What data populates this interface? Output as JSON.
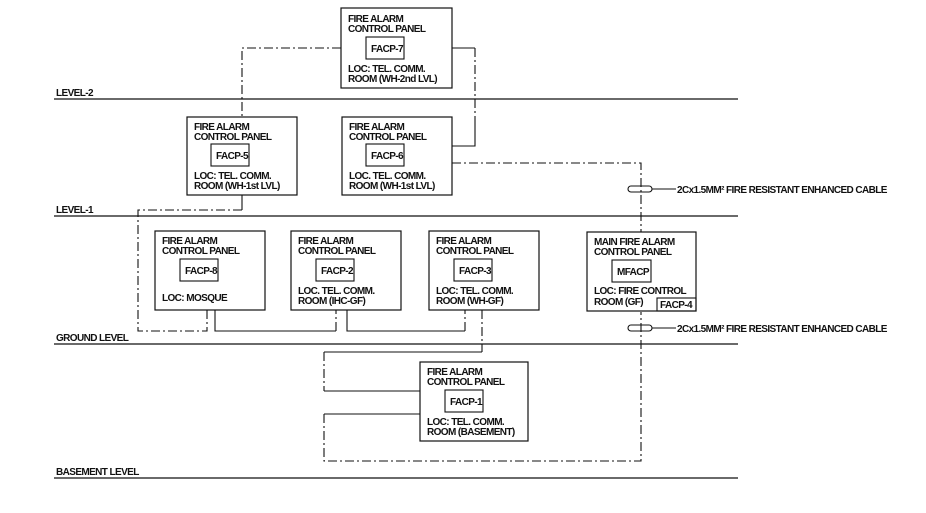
{
  "diagram": {
    "type": "fire-alarm-riser-diagram",
    "levels": [
      {
        "id": "level-2",
        "label": "LEVEL-2"
      },
      {
        "id": "level-1",
        "label": "LEVEL-1"
      },
      {
        "id": "ground",
        "label": "GROUND LEVEL"
      },
      {
        "id": "basement",
        "label": "BASEMENT LEVEL"
      }
    ],
    "panels": [
      {
        "id": "facp-7",
        "title1": "FIRE ALARM",
        "title2": "CONTROL PANEL",
        "tag": "FACP-7",
        "loc1": "LOC: TEL. COMM.",
        "loc2": "ROOM (WH-2nd LVL)"
      },
      {
        "id": "facp-5",
        "title1": "FIRE ALARM",
        "title2": "CONTROL PANEL",
        "tag": "FACP-5",
        "loc1": "LOC: TEL. COMM.",
        "loc2": "ROOM (WH-1st LVL)"
      },
      {
        "id": "facp-6",
        "title1": "FIRE ALARM",
        "title2": "CONTROL PANEL",
        "tag": "FACP-6",
        "loc1": "LOC. TEL. COMM.",
        "loc2": "ROOM (WH-1st LVL)"
      },
      {
        "id": "facp-8",
        "title1": "FIRE ALARM",
        "title2": "CONTROL PANEL",
        "tag": "FACP-8",
        "loc1": "LOC: MOSQUE",
        "loc2": ""
      },
      {
        "id": "facp-2",
        "title1": "FIRE ALARM",
        "title2": "CONTROL PANEL",
        "tag": "FACP-2",
        "loc1": "LOC. TEL. COMM.",
        "loc2": "ROOM (IHC-GF)"
      },
      {
        "id": "facp-3",
        "title1": "FIRE ALARM",
        "title2": "CONTROL PANEL",
        "tag": "FACP-3",
        "loc1": "LOC: TEL. COMM.",
        "loc2": "ROOM (WH-GF)"
      },
      {
        "id": "mfacp",
        "title1": "MAIN FIRE ALARM",
        "title2": "CONTROL PANEL",
        "tag": "MFACP",
        "loc1": "LOC: FIRE CONTROL",
        "loc2": "ROOM (GF)",
        "sub_tag": "FACP-4"
      },
      {
        "id": "facp-1",
        "title1": "FIRE ALARM",
        "title2": "CONTROL PANEL",
        "tag": "FACP-1",
        "loc1": "LOC: TEL. COMM.",
        "loc2": "ROOM (BASEMENT)"
      }
    ],
    "cable_notes": [
      {
        "id": "cable-note-upper",
        "text": "2Cx1.5MM² FIRE RESISTANT ENHANCED CABLE"
      },
      {
        "id": "cable-note-lower",
        "text": "2Cx1.5MM² FIRE RESISTANT ENHANCED CABLE"
      }
    ],
    "colors": {
      "ink": "#111111",
      "background": "#ffffff"
    }
  }
}
